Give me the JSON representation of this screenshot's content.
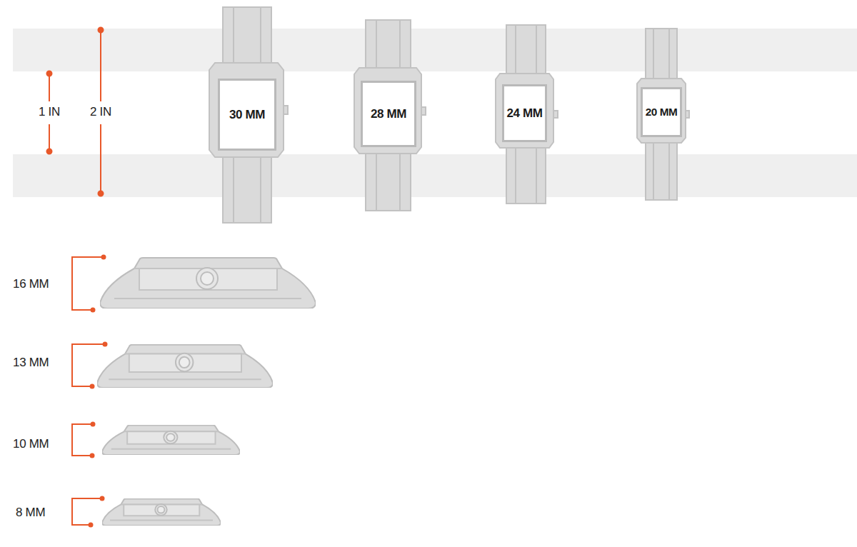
{
  "diagram": {
    "nodes": [
      {
        "text": [
          "30 MM"
        ]
      },
      {
        "text": [
          "28 MM"
        ]
      },
      {
        "text": [
          "24 MM"
        ]
      },
      {
        "text": [
          "20 MM"
        ]
      }
    ],
    "labels": [
      "1 IN",
      "2 IN",
      "16 MM",
      "13 MM",
      "10 MM",
      "8 MM"
    ]
  }
}
